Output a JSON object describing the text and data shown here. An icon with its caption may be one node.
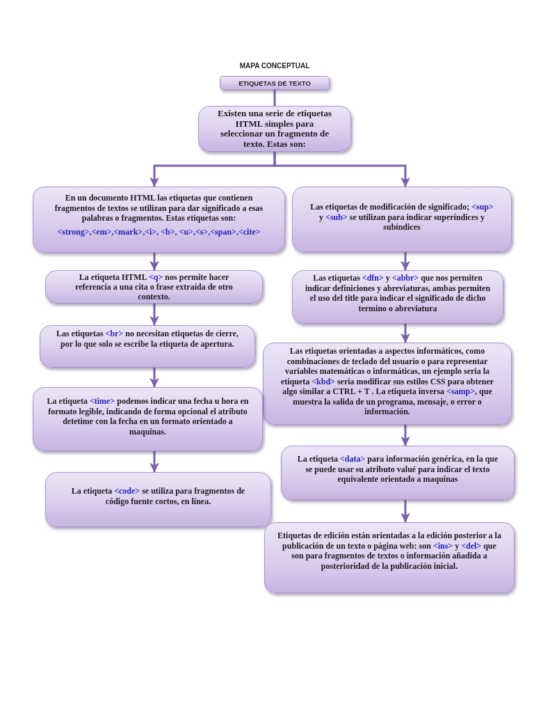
{
  "diagram": {
    "title": "MAPA CONCEPTUAL",
    "nodes": [
      {
        "text": [
          "ETIQUETAS DE TEXTO"
        ]
      },
      {
        "text": [
          "Existen una serie de etiquetas HTML simples para seleccionar un fragmento de texto. Estas son:"
        ]
      },
      {
        "text": [
          "En un documento HTML las etiquetas que contienen fragmentos de textos se utilizan para dar significado a esas palabras o fragmentos. Estas etiquetas son:",
          "**<strong>,<em>,<mark>,<i>, <b>, <u>,<s>,<span>,<cite>**"
        ]
      },
      {
        "text": [
          "Las etiquetas de modificación de significado; **<sup>** y **<sub>** se utilizan para indicar superíndices y subíndices"
        ]
      },
      {
        "text": [
          "La etiqueta HTML **<q>** nos permite hacer referencia a una cita o frase extraída de otro contexto."
        ]
      },
      {
        "text": [
          "Las etiquetas **<dfn>** y **<abbr>** que nos permiten indicar definiciones y abreviaturas, ambas permiten el uso del title para indicar el significado de dicho termino o abreviatura"
        ]
      },
      {
        "text": [
          "Las etiquetas **<br>** no necesitan etiquetas de cierre, por lo que solo se escribe la etiqueta de apertura."
        ]
      },
      {
        "text": [
          "Las etiquetas orientadas a aspectos informáticos, como combinaciones de teclado del usuario o para representar variables matemáticas o informáticas, un ejemplo seria la etiqueta **<kbd>** seria modificar sus estilos CSS para obtener algo similar a CTRL + T . La etiqueta inversa **<samp>**, que muestra la salida de un programa, mensaje, o error o información."
        ]
      },
      {
        "text": [
          "La etiqueta **<time>** podemos indicar una fecha u hora en formato legible, indicando de forma opcional el atributo detetime con la fecha en un formato orientado a maquinas."
        ]
      },
      {
        "text": [
          "La etiqueta **<data>** para información genérica, en la que se puede usar su atributo valué para indicar el texto equivalente orientado a maquinas"
        ]
      },
      {
        "text": [
          "La etiqueta **<code>** se utiliza para fragmentos de código fuente cortos, en línea."
        ]
      },
      {
        "text": [
          "Etiquetas de edición están orientadas a la edición posterior a la publicación de un texto o página web: son **<ins>** y **<del>** que son para fragmentos de textos o información añadida a posterioridad de la publicación inicial."
        ]
      }
    ],
    "edges": [
      {
        "from": 0,
        "to": 1,
        "arrow": "none"
      },
      {
        "from": 1,
        "to": 2,
        "arrow": "to"
      },
      {
        "from": 1,
        "to": 3,
        "arrow": "to"
      },
      {
        "from": 2,
        "to": 4,
        "arrow": "to"
      },
      {
        "from": 4,
        "to": 6,
        "arrow": "to"
      },
      {
        "from": 6,
        "to": 8,
        "arrow": "to"
      },
      {
        "from": 8,
        "to": 10,
        "arrow": "to"
      },
      {
        "from": 3,
        "to": 5,
        "arrow": "to"
      },
      {
        "from": 5,
        "to": 7,
        "arrow": "to"
      },
      {
        "from": 7,
        "to": 9,
        "arrow": "to"
      },
      {
        "from": 9,
        "to": 11,
        "arrow": "to"
      }
    ]
  }
}
